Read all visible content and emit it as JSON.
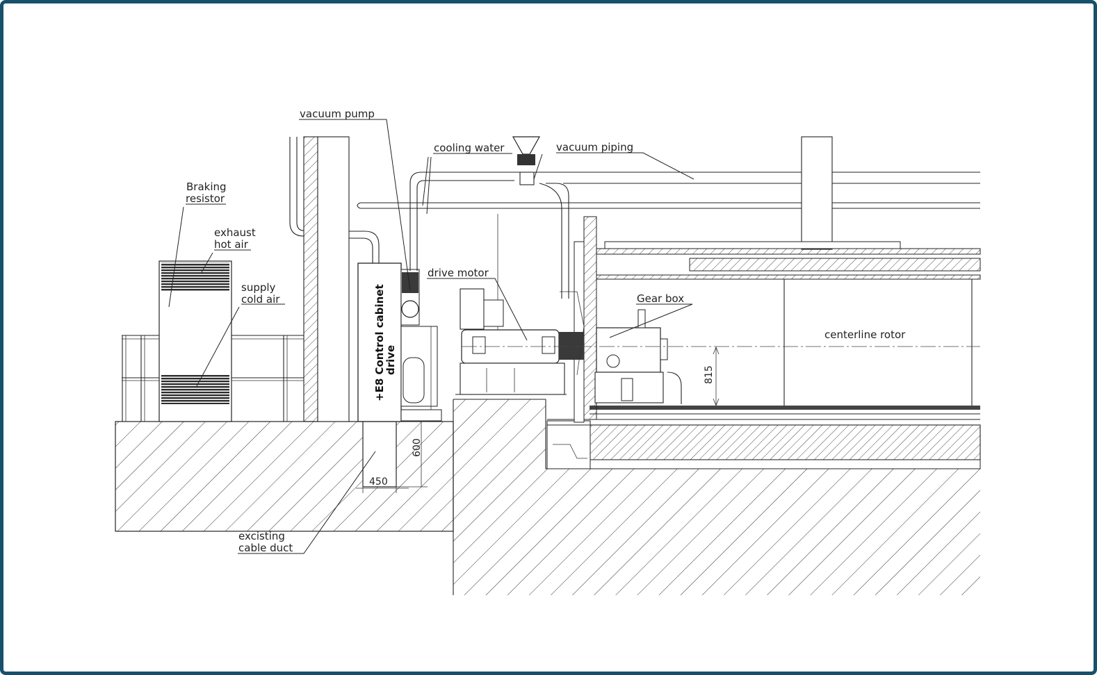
{
  "labels": {
    "vacuum_pump": "vacuum pump",
    "cooling_water": "cooling water",
    "vacuum_piping": "vacuum piping",
    "braking_resistor_1": "Braking",
    "braking_resistor_2": "resistor",
    "exhaust_1": "exhaust",
    "exhaust_2": "hot air",
    "supply_1": "supply",
    "supply_2": "cold air",
    "drive_motor": "drive motor",
    "gear_box": "Gear box",
    "centerline_rotor": "centerline rotor",
    "control_cabinet_1": "+E8 Control cabinet",
    "control_cabinet_2": "drive",
    "cable_duct_1": "excisting",
    "cable_duct_2": "cable duct"
  },
  "dimensions": {
    "duct_depth": "600",
    "duct_width": "450",
    "rotor_height": "815"
  },
  "colors": {
    "frame_border": "#17506b",
    "line": "#222222"
  }
}
